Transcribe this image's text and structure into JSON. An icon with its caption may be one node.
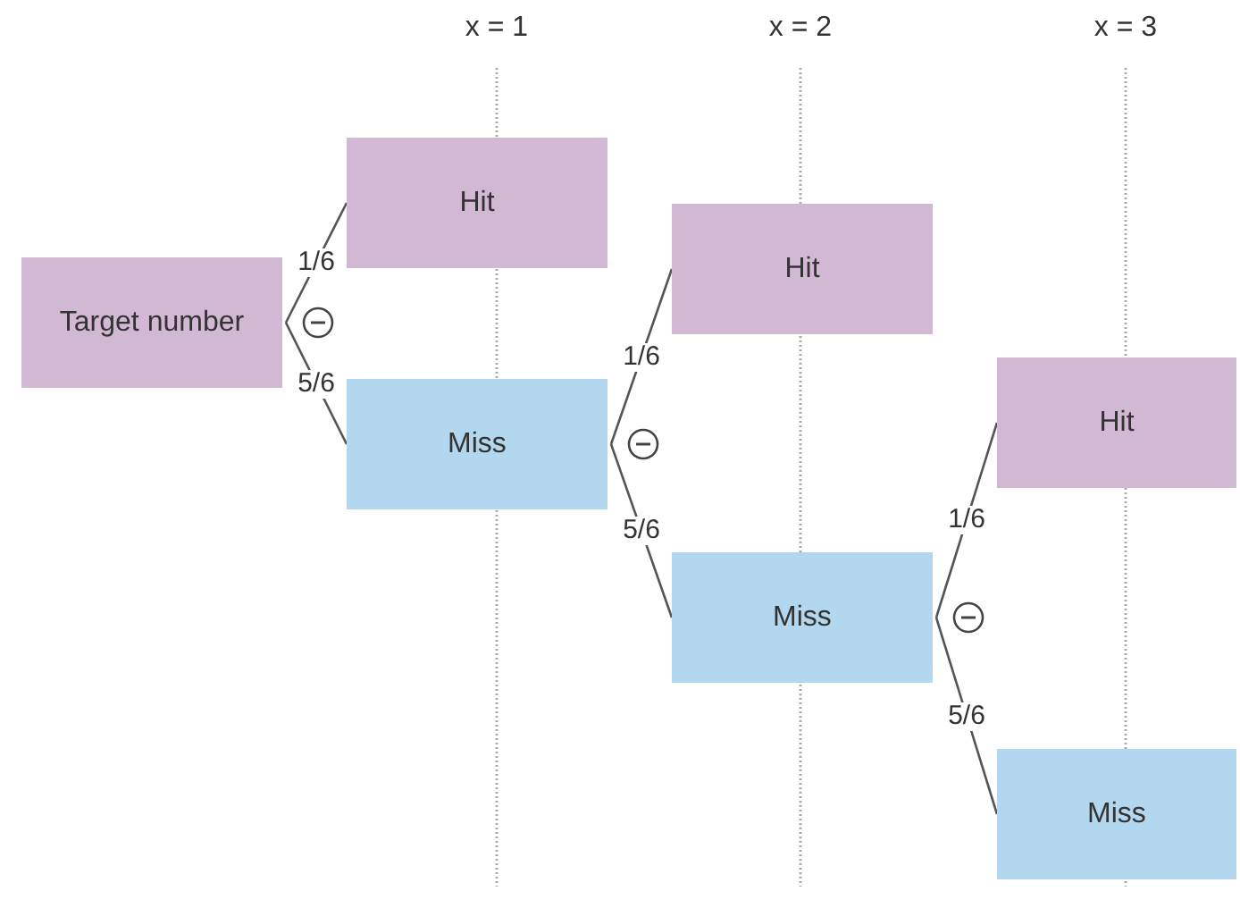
{
  "diagram": {
    "nodes": [
      {
        "text": [
          "Target number"
        ]
      },
      {
        "text": [
          "Hit"
        ]
      },
      {
        "text": [
          "Miss"
        ]
      },
      {
        "text": [
          "Hit"
        ]
      },
      {
        "text": [
          "Miss"
        ]
      },
      {
        "text": [
          "Hit"
        ]
      },
      {
        "text": [
          "Miss"
        ]
      }
    ],
    "edges": [
      {
        "from": 0,
        "to": 1,
        "arrow": "none",
        "label": "1/6"
      },
      {
        "from": 0,
        "to": 2,
        "arrow": "none",
        "label": "5/6"
      },
      {
        "from": 2,
        "to": 3,
        "arrow": "none",
        "label": "1/6"
      },
      {
        "from": 2,
        "to": 4,
        "arrow": "none",
        "label": "5/6"
      },
      {
        "from": 4,
        "to": 5,
        "arrow": "none",
        "label": "1/6"
      },
      {
        "from": 4,
        "to": 6,
        "arrow": "none",
        "label": "5/6"
      }
    ],
    "labels": [
      "x = 1",
      "x = 2",
      "x = 3"
    ]
  }
}
